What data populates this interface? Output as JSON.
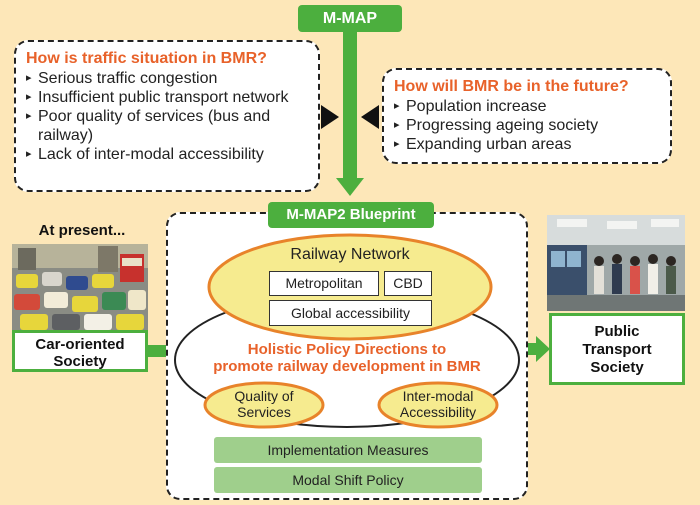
{
  "header": {
    "title": "M-MAP"
  },
  "left_box": {
    "title": "How is traffic situation in BMR?",
    "items": [
      "Serious traffic congestion",
      "Insufficient public transport network",
      "Poor quality of services (bus and railway)",
      "Lack of inter-modal accessibility"
    ]
  },
  "right_box": {
    "title": "How will BMR be in the future?",
    "items": [
      "Population increase",
      "Progressing ageing society",
      "Expanding urban areas"
    ]
  },
  "blueprint": {
    "title": "M-MAP2 Blueprint",
    "railway": {
      "title": "Railway Network",
      "metropolitan": "Metropolitan",
      "cbd": "CBD",
      "global": "Global accessibility"
    },
    "policy_line1": "Holistic Policy Directions to",
    "policy_line2": "promote railway development in BMR",
    "quality_line1": "Quality of",
    "quality_line2": "Services",
    "intermodal_line1": "Inter-modal",
    "intermodal_line2": "Accessibility",
    "measure1": "Implementation Measures",
    "measure2": "Modal Shift Policy"
  },
  "present": {
    "label": "At present...",
    "society_line1": "Car-oriented",
    "society_line2": "Society"
  },
  "future": {
    "society_line1": "Public",
    "society_line2": "Transport",
    "society_line3": "Society"
  },
  "colors": {
    "background": "#fde7b8",
    "green": "#4caf3e",
    "orange": "#e8622a",
    "ellipse_fill": "#f6eb8f",
    "ellipse_border": "#e8832a"
  }
}
